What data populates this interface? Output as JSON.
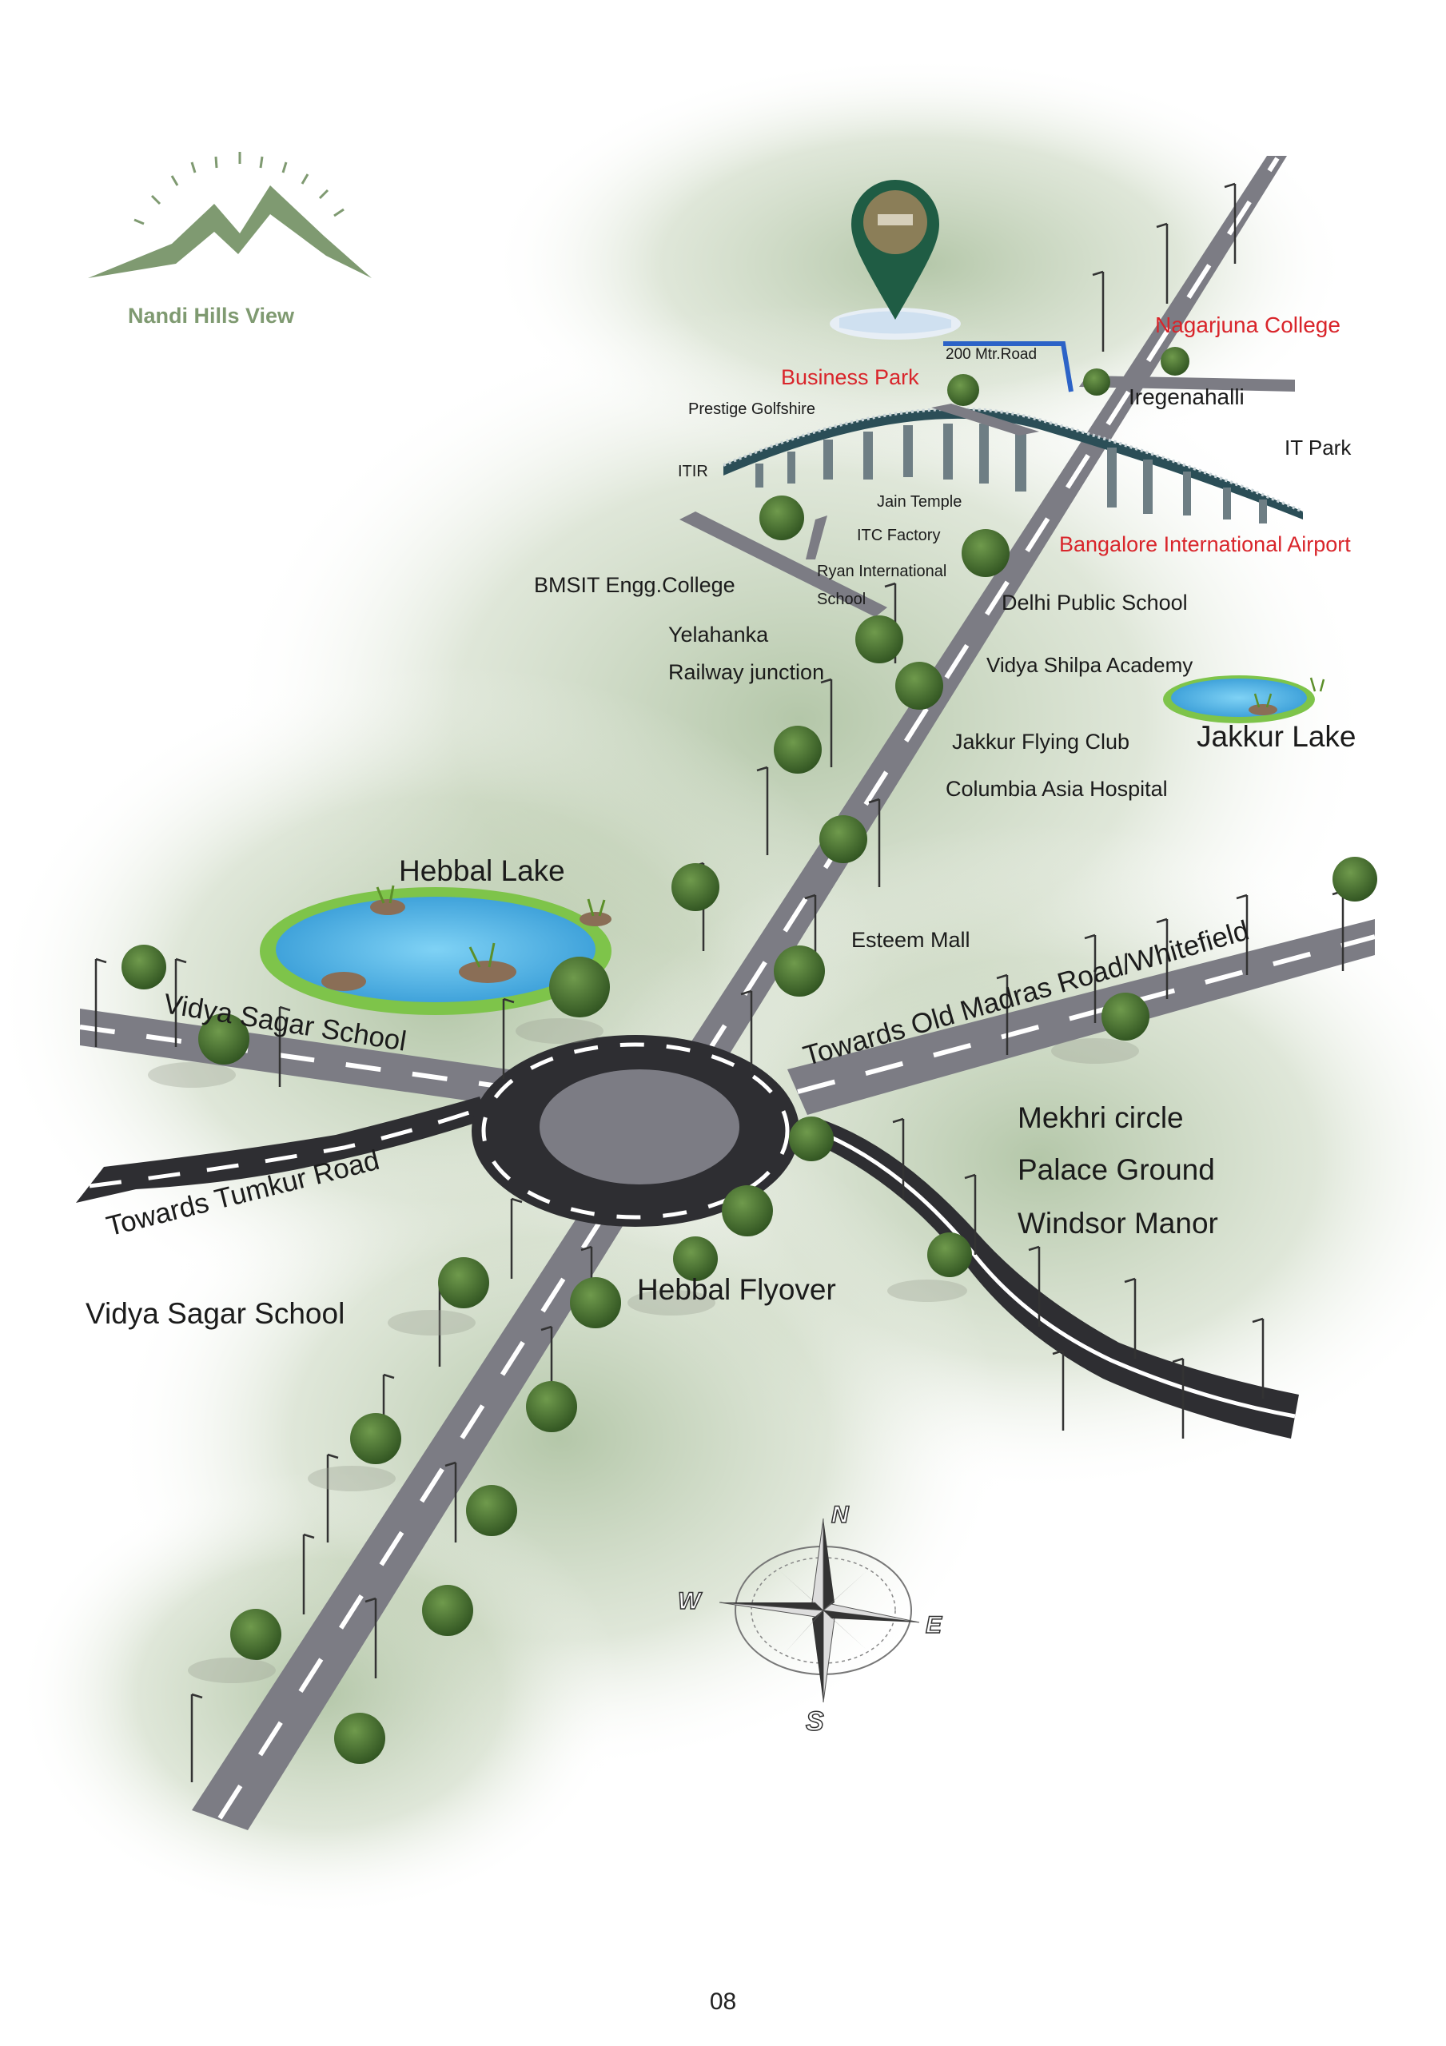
{
  "brand": {
    "logo_text": "Nandi Hills View",
    "accent_color": "#7f9a71",
    "pin_color": "#1f5c44"
  },
  "road_labels": {
    "mtr_road": "200 Mtr.Road",
    "old_madras": "Towards Old Madras Road/Whitefield",
    "tumkur": "Towards Tumkur Road",
    "vidya_sagar_road": "Vidya Sagar School"
  },
  "landmarks": {
    "nagarjuna": "Nagarjuna College",
    "business_park": "Business Park",
    "iregenahalli": "Iregenahalli",
    "prestige": "Prestige Golfshire",
    "it_park": "IT Park",
    "itir": "ITIR",
    "jain_temple": "Jain Temple",
    "itc_factory": "ITC Factory",
    "airport": "Bangalore International Airport",
    "ryan_1": "Ryan International",
    "ryan_2": "School",
    "bmsit": "BMSIT Engg.College",
    "dps": "Delhi Public School",
    "yelahanka_1": "Yelahanka",
    "yelahanka_2": "Railway junction",
    "vidya_shilpa": "Vidya Shilpa Academy",
    "jakkur_lake": "Jakkur Lake",
    "jakkur_flying": "Jakkur Flying Club",
    "columbia": "Columbia Asia Hospital",
    "hebbal_lake": "Hebbal Lake",
    "esteem": "Esteem Mall",
    "mekhri": "Mekhri circle",
    "palace": "Palace Ground",
    "windsor": "Windsor Manor",
    "hebbal_flyover": "Hebbal Flyover",
    "vidya_sagar_left": "Vidya Sagar School"
  },
  "compass": {
    "n": "N",
    "e": "E",
    "s": "S",
    "w": "W"
  },
  "colors": {
    "road": "#7c7c84",
    "road_dark": "#2e2e32",
    "grass": "#9ab684",
    "lake": "#5bb8e8",
    "tree": "#3f6b2a"
  },
  "page_number": "08"
}
